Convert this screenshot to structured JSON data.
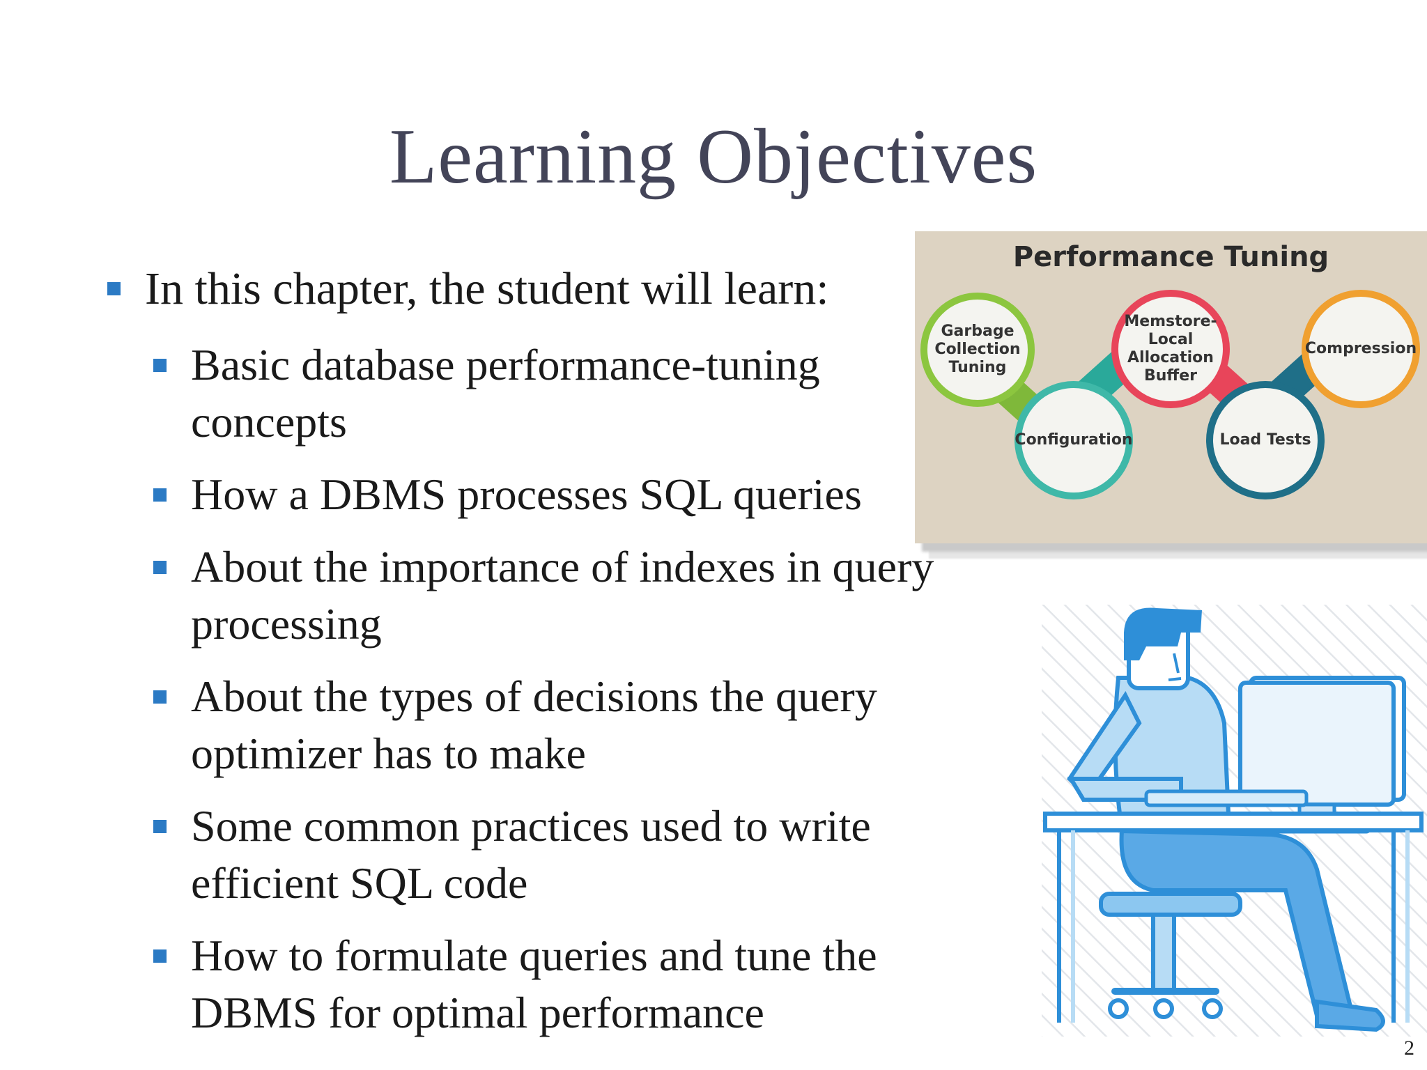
{
  "slide": {
    "title": "Learning Objectives",
    "page_number": "2"
  },
  "bullets": {
    "intro": "In this chapter, the student will learn:",
    "items": [
      {
        "line1": "Basic database performance-tuning",
        "line2": "concepts"
      },
      {
        "line1": "How a DBMS processes SQL queries",
        "line2": ""
      },
      {
        "line1": "About the importance of indexes in query",
        "line2": "processing"
      },
      {
        "line1": "About the types of decisions the query",
        "line2": "optimizer has to make"
      },
      {
        "line1": "Some common practices used to write",
        "line2": "efficient SQL code"
      },
      {
        "line1": "How to formulate queries and tune the",
        "line2": "DBMS for optimal performance"
      }
    ],
    "bullet_color": "#2b7ac4"
  },
  "performance_tuning": {
    "title": "Performance Tuning",
    "nodes": [
      {
        "l1": "Garbage",
        "l2": "Collection",
        "l3": "Tuning",
        "l4": "",
        "color": "#8cc63f"
      },
      {
        "l1": "Configuration",
        "l2": "",
        "l3": "",
        "l4": "",
        "color": "#3fb8a8"
      },
      {
        "l1": "Memstore-",
        "l2": "Local",
        "l3": "Allocation",
        "l4": "Buffer",
        "color": "#e8455a"
      },
      {
        "l1": "Load Tests",
        "l2": "",
        "l3": "",
        "l4": "",
        "color": "#1f6f88"
      },
      {
        "l1": "Compression",
        "l2": "",
        "l3": "",
        "l4": "",
        "color": "#f0a030"
      }
    ]
  },
  "illustration": {
    "icon": "person-at-computer-icon",
    "color": "#2e8fd8"
  }
}
